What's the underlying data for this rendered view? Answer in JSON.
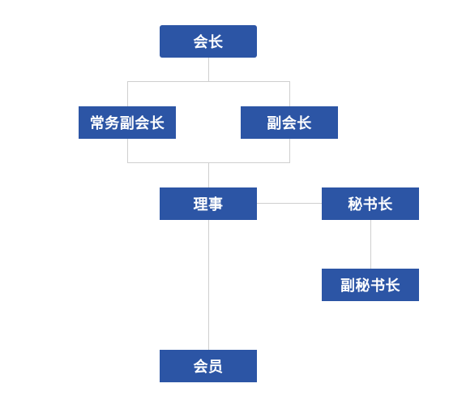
{
  "colors": {
    "node_fill": "#2c55a5",
    "connector": "#cfcfcf",
    "text": "#ffffff",
    "background": "#ffffff"
  },
  "nodes": {
    "president": "会长",
    "executive_vice_president": "常务副会长",
    "vice_president": "副会长",
    "director": "理事",
    "secretary_general": "秘书长",
    "deputy_secretary_general": "副秘书长",
    "member": "会员"
  }
}
